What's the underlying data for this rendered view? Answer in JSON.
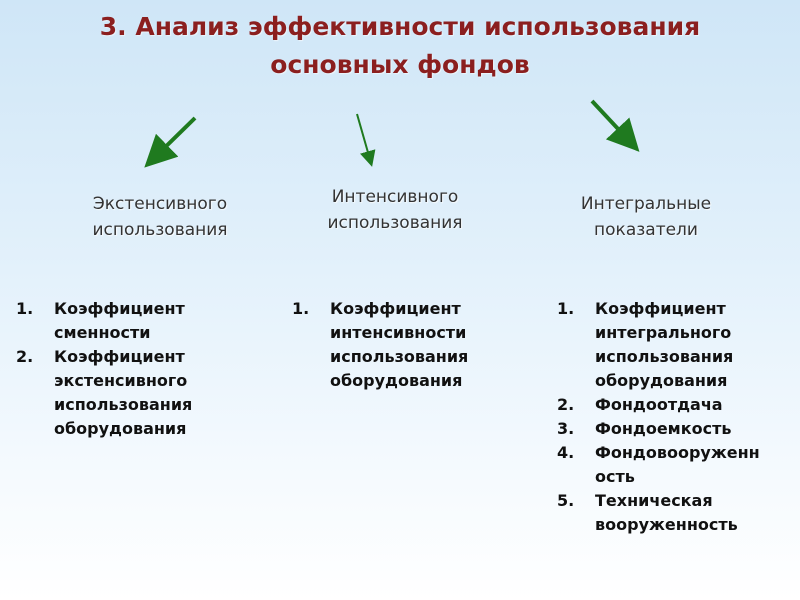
{
  "title": {
    "line1": "3. Анализ эффективности использования",
    "line2": "основных фондов"
  },
  "colors": {
    "title": "#8b1f1f",
    "arrow": "#1f7a1f"
  },
  "columns": [
    {
      "heading": [
        "Экстенсивного",
        "использования"
      ],
      "items": [
        {
          "num": "1.",
          "lines": [
            "Коэффициент",
            "сменности"
          ]
        },
        {
          "num": "2.",
          "lines": [
            "Коэффициент",
            "экстенсивного",
            "использования",
            "оборудования"
          ]
        }
      ]
    },
    {
      "heading": [
        "Интенсивного",
        "использования"
      ],
      "items": [
        {
          "num": "1.",
          "lines": [
            "Коэффициент",
            "интенсивности",
            "использования",
            "оборудования"
          ]
        }
      ]
    },
    {
      "heading": [
        "Интегральные",
        "показатели"
      ],
      "items": [
        {
          "num": "1.",
          "lines": [
            "Коэффициент",
            "интегрального",
            "использования",
            "оборудования"
          ]
        },
        {
          "num": "2.",
          "lines": [
            "Фондоотдача"
          ]
        },
        {
          "num": "3.",
          "lines": [
            "Фондоемкость"
          ]
        },
        {
          "num": "4.",
          "lines": [
            "Фондовооруженн",
            "ость"
          ]
        },
        {
          "num": "5.",
          "lines": [
            "Техническая",
            "вооруженность"
          ]
        }
      ]
    }
  ]
}
